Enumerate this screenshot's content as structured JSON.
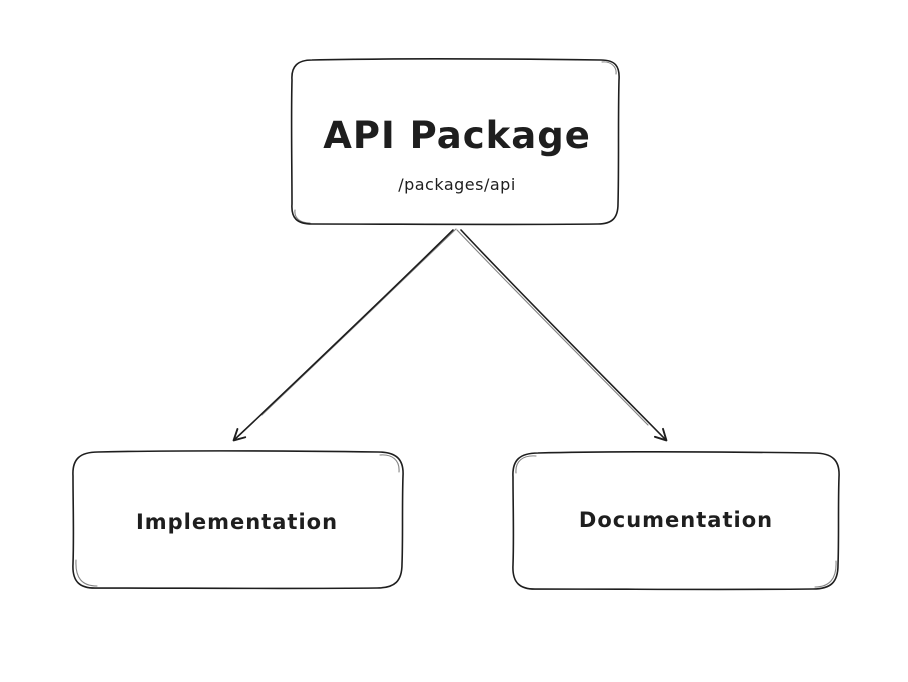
{
  "diagram": {
    "background": "#ffffff",
    "stroke_color": "#1e1e1e",
    "nodes": {
      "api_package": {
        "title": "API Package",
        "subtitle": "/packages/api"
      },
      "implementation": {
        "label": "Implementation"
      },
      "documentation": {
        "label": "Documentation"
      }
    },
    "edges": [
      {
        "from": "api_package",
        "to": "implementation"
      },
      {
        "from": "api_package",
        "to": "documentation"
      }
    ]
  }
}
